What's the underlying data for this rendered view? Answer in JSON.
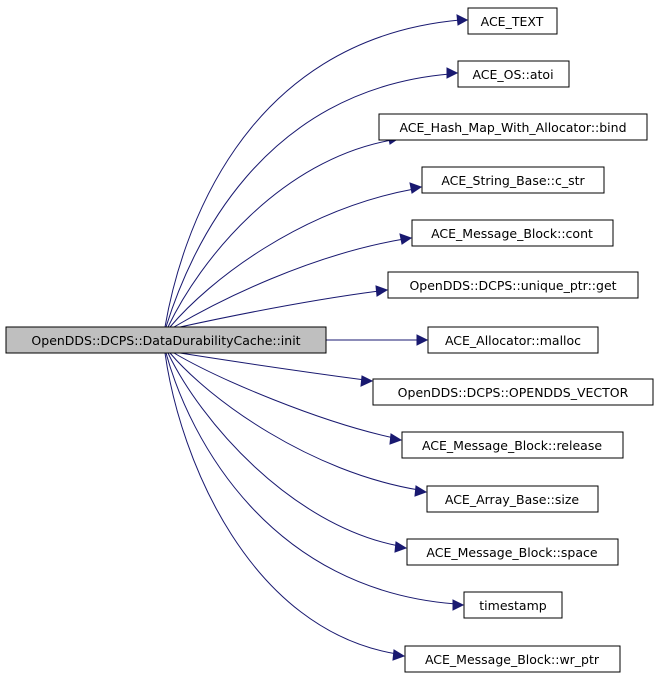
{
  "colors": {
    "edge": "#191970",
    "root_fill": "#bfbfbf",
    "node_fill": "#ffffff",
    "border": "#000000"
  },
  "root": {
    "label": "OpenDDS::DCPS::DataDurabilityCache::init"
  },
  "callees": [
    {
      "id": "ace-text",
      "label": "ACE_TEXT"
    },
    {
      "id": "ace-os-atoi",
      "label": "ACE_OS::atoi"
    },
    {
      "id": "ace-hash-map-bind",
      "label": "ACE_Hash_Map_With_Allocator::bind"
    },
    {
      "id": "ace-string-base-c-str",
      "label": "ACE_String_Base::c_str"
    },
    {
      "id": "ace-message-block-cont",
      "label": "ACE_Message_Block::cont"
    },
    {
      "id": "unique-ptr-get",
      "label": "OpenDDS::DCPS::unique_ptr::get"
    },
    {
      "id": "ace-allocator-malloc",
      "label": "ACE_Allocator::malloc"
    },
    {
      "id": "opendds-vector",
      "label": "OpenDDS::DCPS::OPENDDS_VECTOR"
    },
    {
      "id": "ace-message-block-release",
      "label": "ACE_Message_Block::release"
    },
    {
      "id": "ace-array-base-size",
      "label": "ACE_Array_Base::size"
    },
    {
      "id": "ace-message-block-space",
      "label": "ACE_Message_Block::space"
    },
    {
      "id": "timestamp",
      "label": "timestamp"
    },
    {
      "id": "ace-message-block-wr-ptr",
      "label": "ACE_Message_Block::wr_ptr"
    }
  ]
}
